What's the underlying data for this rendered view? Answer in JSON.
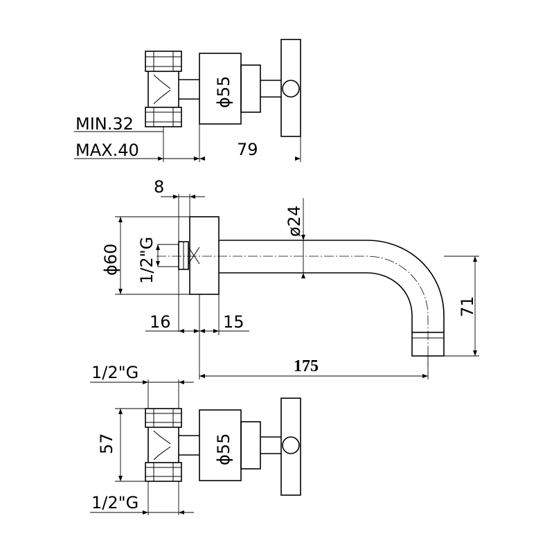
{
  "top_valve": {
    "diameter_label": "ϕ55",
    "min_label": "MIN.32",
    "max_label": "MAX.40",
    "depth_label": "79"
  },
  "spout": {
    "offset_label": "8",
    "outer_diameter_label": "ϕ60",
    "thread_label": "1/2\"G",
    "tube_diameter_label": "ø24",
    "height_label": "71",
    "left_label": "16",
    "right_label": "15",
    "length_label": "175"
  },
  "bottom_valve": {
    "thread_top_label": "1/2\"G",
    "thread_bottom_label": "1/2\"G",
    "centers_label": "57",
    "diameter_label": "ϕ55"
  }
}
